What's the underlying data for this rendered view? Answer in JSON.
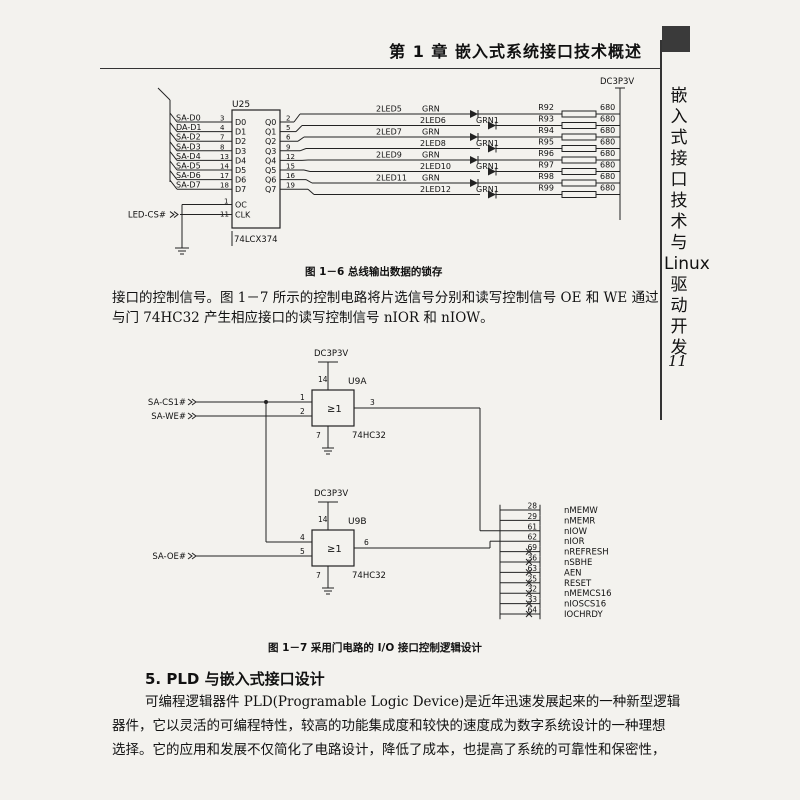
{
  "header": {
    "chapter": "第 1 章   嵌入式系统接口技术概述"
  },
  "side": {
    "title": "嵌入式接口技术与Linux驱动开发",
    "page_number": "11"
  },
  "fig1": {
    "caption": "图 1－6   总线输出数据的锁存",
    "ref": "U25",
    "part": "74LCX374",
    "power": "DC3P3V",
    "inputs": [
      "SA-D0",
      "DA-D1",
      "SA-D2",
      "SA-D3",
      "SA-D4",
      "SA-D5",
      "SA-D6",
      "SA-D7"
    ],
    "d_pins": [
      "D0",
      "D1",
      "D2",
      "D3",
      "D4",
      "D5",
      "D6",
      "D7"
    ],
    "in_nums": [
      "3",
      "4",
      "7",
      "8",
      "13",
      "14",
      "17",
      "18"
    ],
    "q_pins": [
      "Q0",
      "Q1",
      "Q2",
      "Q3",
      "Q4",
      "Q5",
      "Q6",
      "Q7"
    ],
    "out_nums": [
      "2",
      "5",
      "6",
      "9",
      "12",
      "15",
      "16",
      "19"
    ],
    "oc": "OC",
    "clk": "CLK",
    "oc_num": "1",
    "clk_num": "11",
    "cs_signal": "LED-CS#",
    "leds": [
      {
        "name": "2LED5",
        "color": "GRN"
      },
      {
        "name": "2LED6",
        "color": "GRN1"
      },
      {
        "name": "2LED7",
        "color": "GRN"
      },
      {
        "name": "2LED8",
        "color": "GRN1"
      },
      {
        "name": "2LED9",
        "color": "GRN"
      },
      {
        "name": "2LED10",
        "color": "GRN1"
      },
      {
        "name": "2LED11",
        "color": "GRN"
      },
      {
        "name": "2LED12",
        "color": "GRN1"
      }
    ],
    "resistors": [
      {
        "name": "R92",
        "value": "680"
      },
      {
        "name": "R93",
        "value": "680"
      },
      {
        "name": "R94",
        "value": "680"
      },
      {
        "name": "R95",
        "value": "680"
      },
      {
        "name": "R96",
        "value": "680"
      },
      {
        "name": "R97",
        "value": "680"
      },
      {
        "name": "R98",
        "value": "680"
      },
      {
        "name": "R99",
        "value": "680"
      }
    ]
  },
  "paragraph1": [
    "接口的控制信号。图 1－7 所示的控制电路将片选信号分别和读写控制信号 OE 和 WE 通过",
    "与门 74HC32 产生相应接口的读写控制信号 nIOR 和 nIOW。"
  ],
  "fig2": {
    "caption": "图 1－7   采用门电路的 I/O 接口控制逻辑设计",
    "power": "DC3P3V",
    "gate_a": {
      "ref": "U9A",
      "part": "74HC32",
      "symbol": "≥1",
      "pin_in1": "1",
      "pin_in2": "2",
      "pin_out": "3",
      "pin_vcc": "14",
      "pin_gnd": "7"
    },
    "gate_b": {
      "ref": "U9B",
      "part": "74HC32",
      "symbol": "≥1",
      "pin_in1": "4",
      "pin_in2": "5",
      "pin_out": "6",
      "pin_vcc": "14",
      "pin_gnd": "7"
    },
    "inputs": [
      "SA-CS1#",
      "SA-WE#",
      "SA-OE#"
    ],
    "connector": [
      {
        "pin": "28",
        "sig": "nMEMW"
      },
      {
        "pin": "29",
        "sig": "nMEMR"
      },
      {
        "pin": "61",
        "sig": "nIOW"
      },
      {
        "pin": "62",
        "sig": "nIOR"
      },
      {
        "pin": "69",
        "sig": "nREFRESH"
      },
      {
        "pin": "36",
        "sig": "nSBHE"
      },
      {
        "pin": "63",
        "sig": "AEN"
      },
      {
        "pin": "25",
        "sig": "RESET"
      },
      {
        "pin": "32",
        "sig": "nMEMCS16"
      },
      {
        "pin": "33",
        "sig": "nIOSCS16"
      },
      {
        "pin": "64",
        "sig": "IOCHRDY"
      }
    ]
  },
  "section_title": "5. PLD 与嵌入式接口设计",
  "paragraph2": [
    "可编程逻辑器件 PLD(Programable Logic Device)是近年迅速发展起来的一种新型逻辑",
    "器件，它以灵活的可编程特性，较高的功能集成度和较快的速度成为数字系统设计的一种理想",
    "选择。它的应用和发展不仅简化了电路设计，降低了成本，也提高了系统的可靠性和保密性，"
  ]
}
